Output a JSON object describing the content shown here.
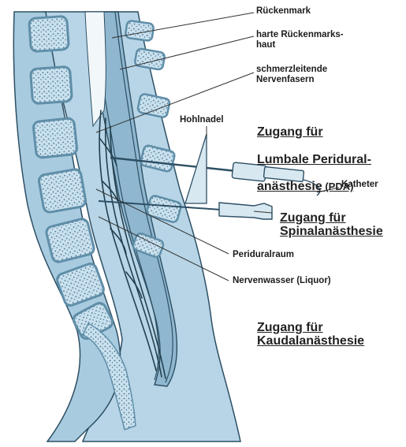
{
  "labels": {
    "rueckenmark": "Rückenmark",
    "harte_rueckenmarkshaut": "harte Rückenmarks-\nhaut",
    "schmerzleitende_nervenfasern": "schmerzleitende\nNervenfasern",
    "hohlnadel": "Hohlnadel",
    "zugang_pda_line1": "Zugang für",
    "zugang_pda_line2": "Lumbale Peridural-",
    "zugang_pda_line3": "anästhesie",
    "zugang_pda_suffix": " (PDA)",
    "katheter": "Katheter",
    "zugang_spinal": "Zugang für\nSpinalanästhesie",
    "periduralraum": "Periduralraum",
    "nervenwasser": "Nervenwasser (Liquor)",
    "zugang_kaudal": "Zugang für\nKaudalanästhesie"
  },
  "colors": {
    "tissue": "#b7d5e6",
    "bone_fill": "#c9e1ef",
    "bone_cortex": "#5f8ea8",
    "bone_speckle": "#486f86",
    "disc": "#e4eef4",
    "canal": "#8fb7cf",
    "outline": "#2d4f64",
    "nerve": "#24404f",
    "leader": "#333333",
    "needle": "#d8e8f1"
  }
}
